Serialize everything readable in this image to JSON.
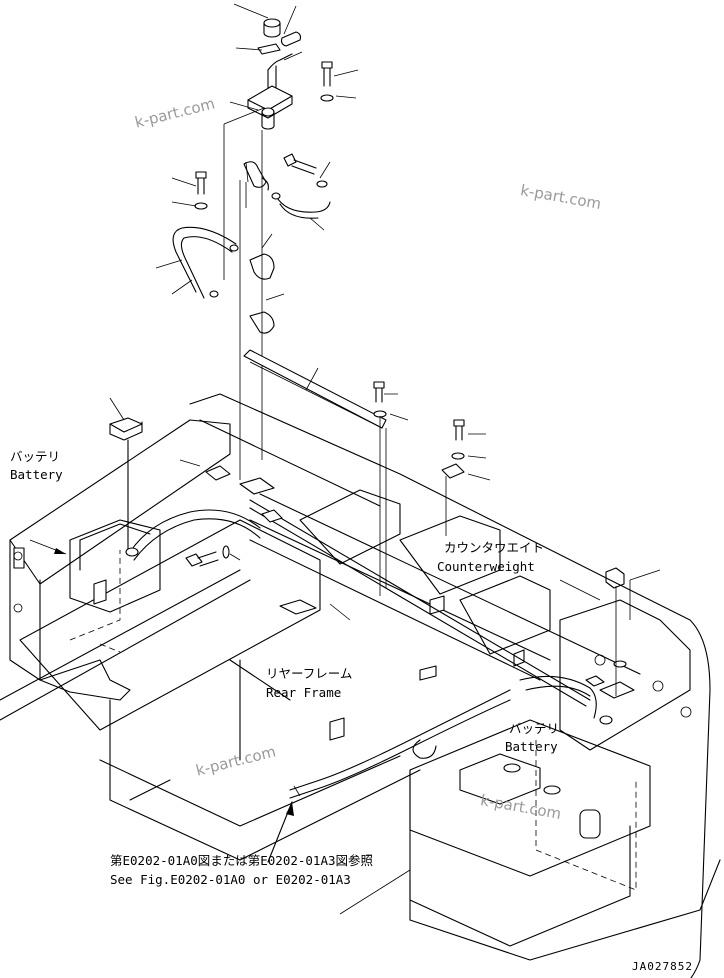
{
  "labels": {
    "battery_left_jp": "バッテリ",
    "battery_left_en": "Battery",
    "counterweight_jp": "カウンタウエイト",
    "counterweight_en": "Counterweight",
    "rear_frame_jp": "リヤーフレーム",
    "rear_frame_en": "Rear Frame",
    "battery_right_jp": "バッテリ",
    "battery_right_en": "Battery",
    "reference_jp": "第E0202-01A0図または第E0202-01A3図参照",
    "reference_en": "See Fig.E0202-01A0 or E0202-01A3"
  },
  "watermarks": [
    "k-part.com",
    "k-part.com",
    "k-part.com",
    "k-part.com"
  ],
  "drawing_code": "JA027852"
}
